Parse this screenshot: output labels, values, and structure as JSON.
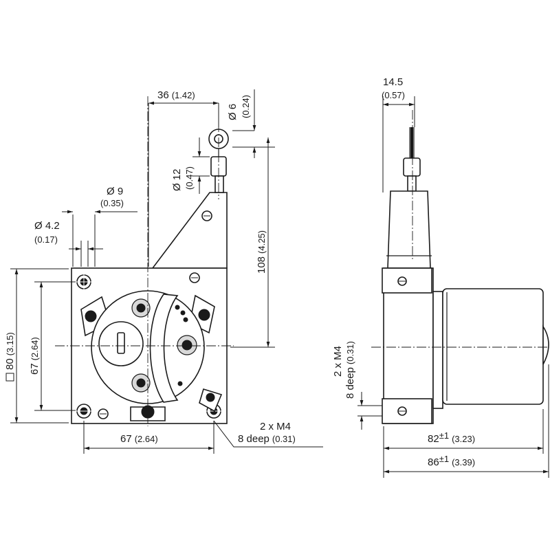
{
  "front_view": {
    "dim_width_top": {
      "value": "36",
      "imperial": "(1.42)"
    },
    "dim_eye_dia": {
      "value": "Ø 6",
      "imperial": "(0.24)"
    },
    "dim_cable_dia": {
      "value": "Ø 12",
      "imperial": "(0.47)"
    },
    "dim_hole_9": {
      "value": "Ø 9",
      "imperial": "(0.35)"
    },
    "dim_hole_4_2": {
      "value": "Ø 4.2",
      "imperial": "(0.17)"
    },
    "dim_height_108": {
      "value": "108",
      "imperial": "(4.25)"
    },
    "dim_square_80": {
      "value": "80",
      "imperial": "(3.15)"
    },
    "dim_67_vertical": {
      "value": "67",
      "imperial": "(2.64)"
    },
    "dim_67_horizontal": {
      "value": "67",
      "imperial": "(2.64)"
    },
    "note_thread_line1": "2 x M4",
    "note_thread_line2": "8 deep",
    "note_thread_imperial": "(0.31)"
  },
  "side_view": {
    "dim_14_5": {
      "value": "14.5",
      "imperial": "(0.57)"
    },
    "note_thread_line1": "2 x M4",
    "note_thread_line2": "8 deep",
    "note_thread_imperial": "(0.31)",
    "dim_82": {
      "value": "82",
      "tolerance": "±1",
      "imperial": "(3.23)"
    },
    "dim_86": {
      "value": "86",
      "tolerance": "±1",
      "imperial": "(3.39)"
    }
  }
}
